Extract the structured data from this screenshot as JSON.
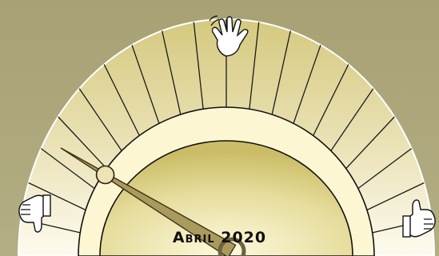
{
  "caption": "Abril 2020",
  "gauge": {
    "needle_level": 0.16,
    "segments": 20,
    "low_end_icon": "thumbs-down-icon",
    "high_end_icon": "thumbs-up-icon",
    "middle_icon": "waving-hand-icon"
  },
  "colors": {
    "background": "#aba679",
    "arc_light": "#fbf8e6",
    "arc_dark": "#d8cd8a",
    "inner_band": "#fcf7d2",
    "core": "#cdbf6a",
    "needle": "#aa9b5c",
    "outline": "#111111"
  }
}
